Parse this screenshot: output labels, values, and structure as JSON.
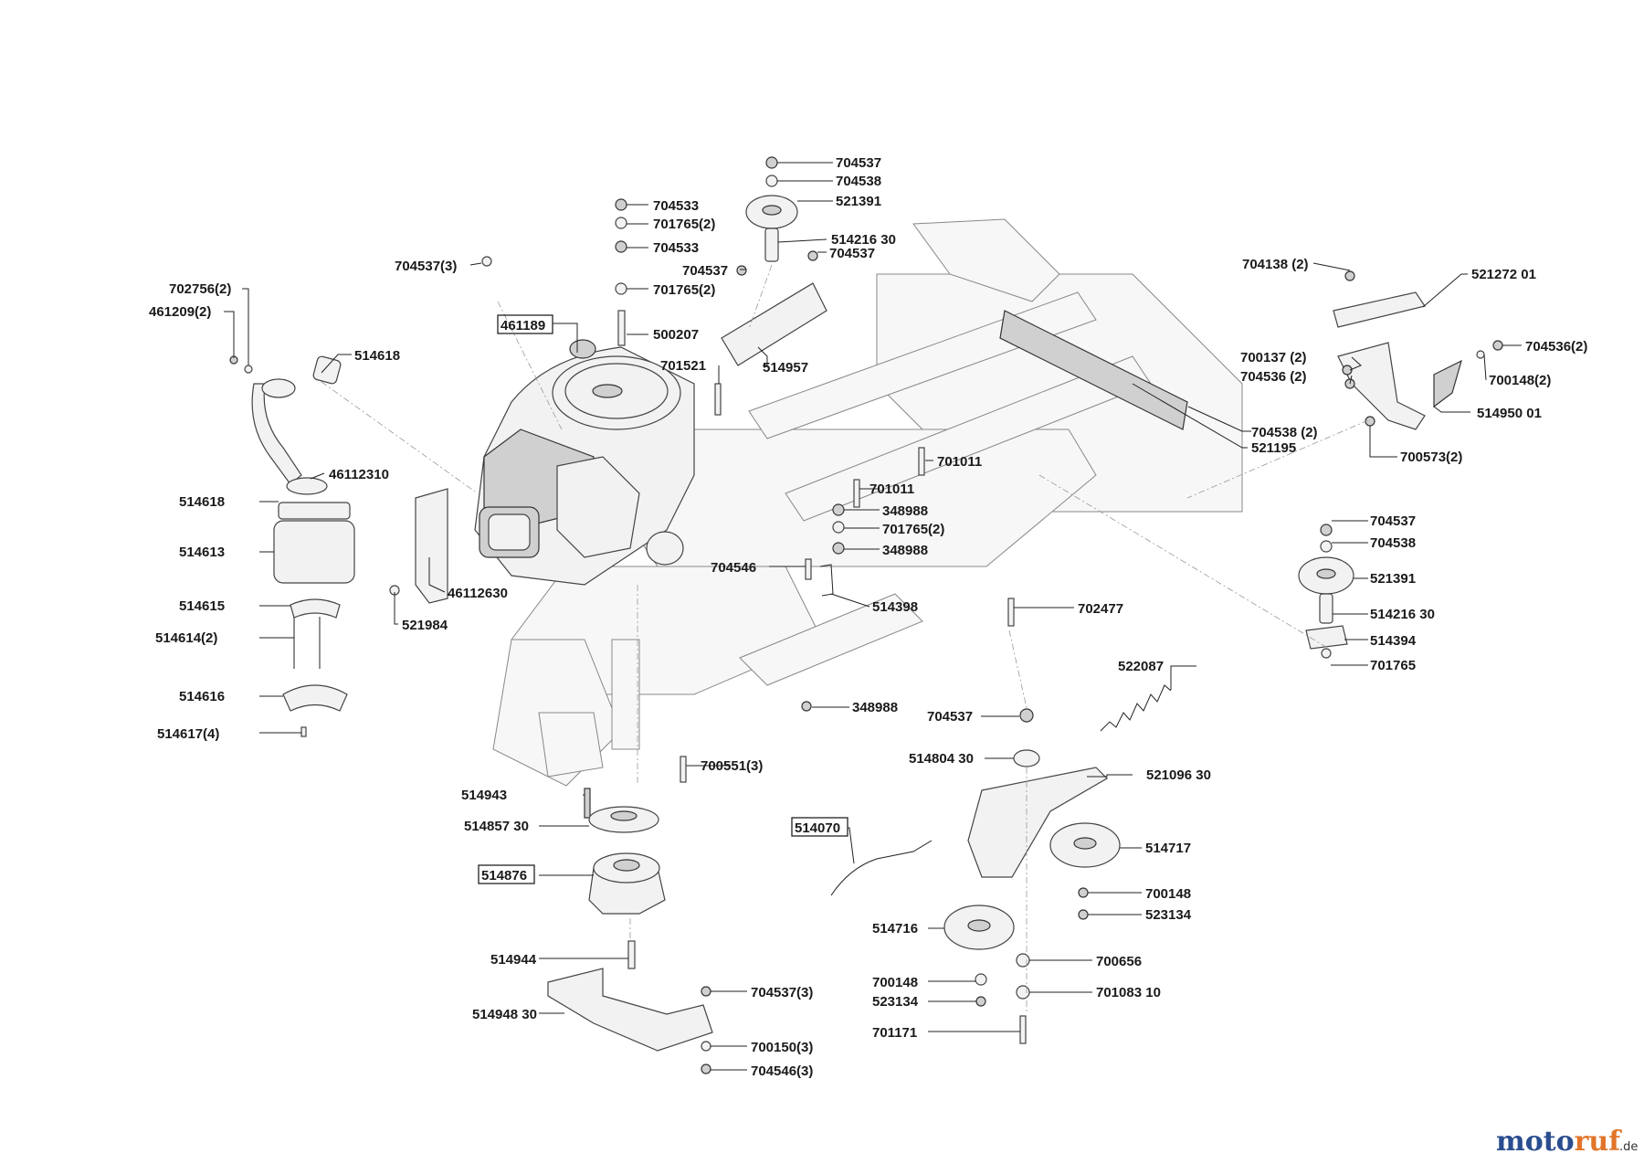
{
  "brand": {
    "name_a": "moto",
    "name_b": "ruf",
    "suffix": ".de",
    "color_a": "#2a4d8f",
    "color_b": "#e0752a"
  },
  "callouts": [
    "704537",
    "704538",
    "521391",
    "704533",
    "701765(2)",
    "704533",
    "514216 30",
    "704537(3)",
    "704537",
    "704537",
    "701765(2)",
    "702756(2)",
    "461209(2)",
    "461189",
    "500207",
    "514957",
    "701521",
    "514618",
    "46112310",
    "514618",
    "514613",
    "514615",
    "514614(2)",
    "514616",
    "514617(4)",
    "46112630",
    "521984",
    "701011",
    "701011",
    "348988",
    "701765(2)",
    "348988",
    "704546",
    "514398",
    "702477",
    "704138 (2)",
    "521272 01",
    "700137 (2)",
    "704536 (2)",
    "704536(2)",
    "700148(2)",
    "514950 01",
    "704538 (2)",
    "521195",
    "700573(2)",
    "704537",
    "704538",
    "521391",
    "514216 30",
    "514394",
    "701765",
    "348988",
    "704537",
    "522087",
    "514804 30",
    "521096 30",
    "700551(3)",
    "514943",
    "514857 30",
    "514070",
    "514876",
    "514717",
    "700148",
    "523134",
    "514716",
    "700656",
    "700148",
    "523134",
    "701083 10",
    "701171",
    "514944",
    "704537(3)",
    "514948 30",
    "700150(3)",
    "704546(3)"
  ]
}
